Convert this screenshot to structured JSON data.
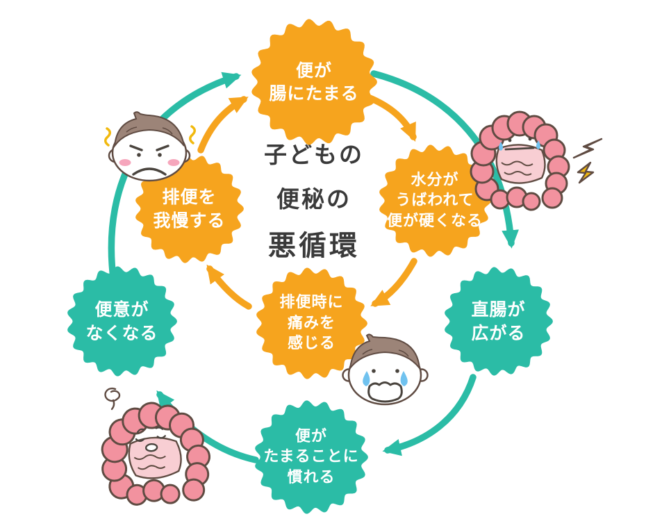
{
  "title": {
    "lines": [
      "子どもの",
      "便秘の",
      "悪循環"
    ]
  },
  "badges": {
    "stool_accumulates": {
      "color": "orange",
      "lines": [
        "便が",
        "腸にたまる"
      ]
    },
    "water_absorbed": {
      "color": "orange",
      "lines": [
        "水分が",
        "うばわれて",
        "便が硬くなる"
      ]
    },
    "rectum_widens": {
      "color": "teal",
      "lines": [
        "直腸が",
        "広がる"
      ]
    },
    "gets_used": {
      "color": "teal",
      "lines": [
        "便が",
        "たまることに",
        "慣れる"
      ]
    },
    "urge_disappears": {
      "color": "teal",
      "lines": [
        "便意が",
        "なくなる"
      ]
    },
    "holds_back": {
      "color": "orange",
      "lines": [
        "排便を",
        "我慢する"
      ]
    },
    "pain_on_defecation": {
      "color": "orange",
      "lines": [
        "排便時に",
        "痛みを",
        "感じる"
      ]
    }
  },
  "illustrations": {
    "angry_child": "angry-child-face",
    "sweating_intestine": "sweating-intestine-character",
    "crying_child": "crying-child-face",
    "tired_intestine": "tired-intestine-character",
    "lightning": "pain-lightning-marks",
    "sigh": "sigh-squiggle-mark",
    "tension": "tension-squiggle-marks"
  },
  "colors": {
    "orange": "#F6A41E",
    "teal": "#2BBCA6",
    "ink": "#3A3A3A",
    "ink2": "#4A443E",
    "outline": "#5F4B42",
    "hair": "#9C8478",
    "cheek": "#F6A6BC",
    "pink": "#F2929F",
    "pink-light": "#F8CED3",
    "tear": "#70C2EF",
    "bolt": "#F1B90E",
    "bg": "#FFFFFF"
  }
}
